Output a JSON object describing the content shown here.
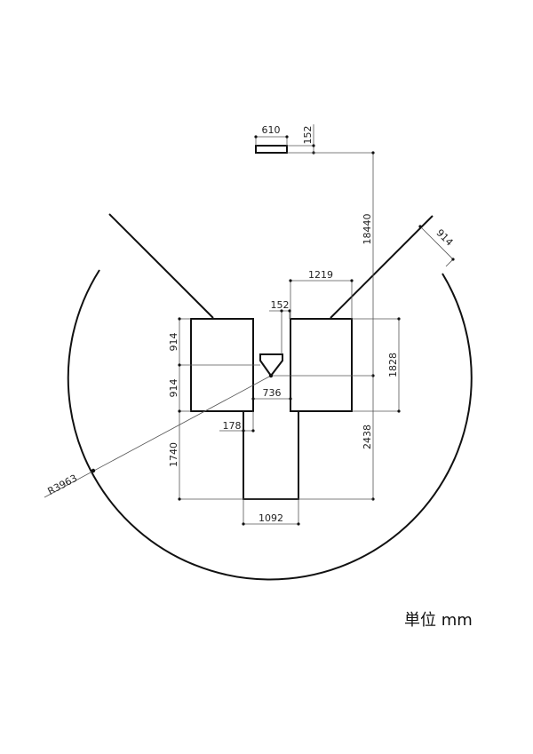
{
  "dimensions": {
    "rubber_width": "610",
    "rubber_depth": "152",
    "pitch_distance": "18440",
    "foul_line_offset": "914",
    "box_width": "1219",
    "plate_offset": "152",
    "box_half_upper": "914",
    "box_half_lower": "914",
    "box_length": "1828",
    "box_gap": "736",
    "catcher_offset": "178",
    "catcher_depth": "1740",
    "plate_to_back": "2438",
    "catcher_width": "1092",
    "radius": "R3963"
  },
  "unit_label": "単位 mm"
}
